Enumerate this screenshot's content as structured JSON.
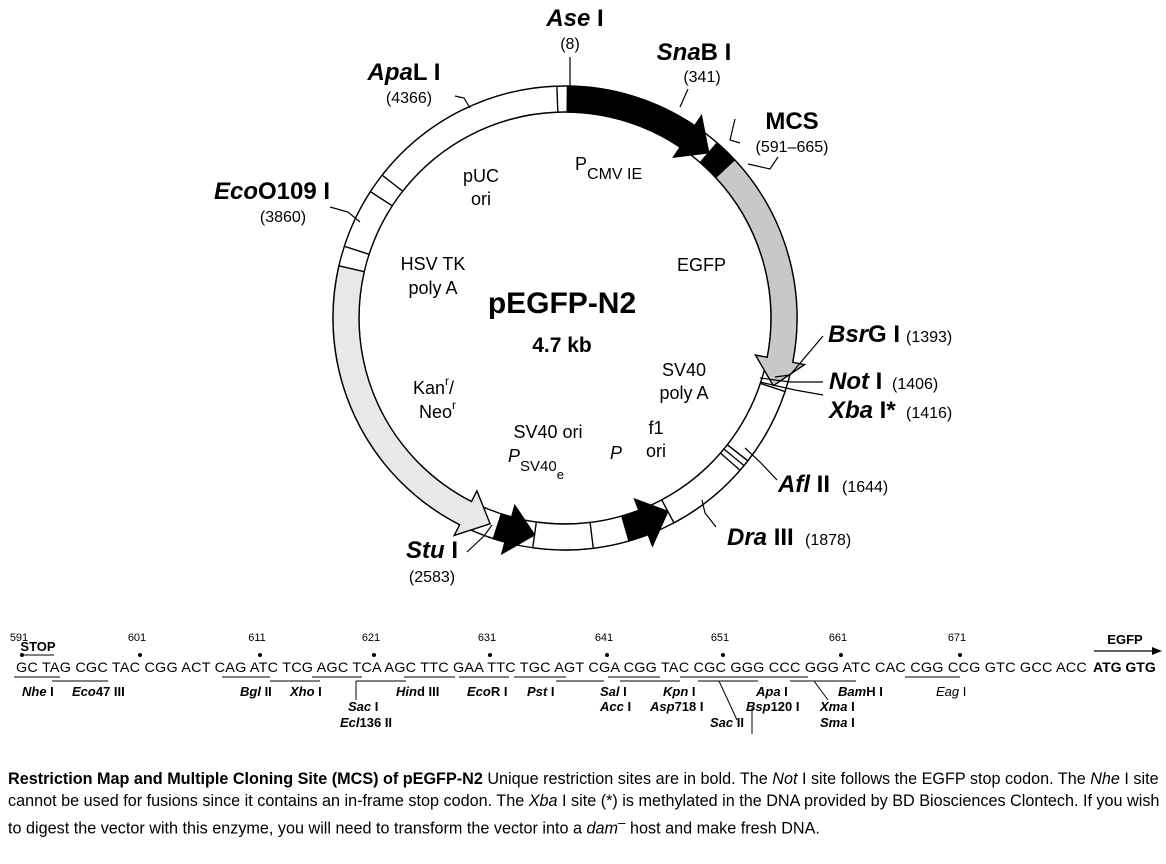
{
  "plasmid": {
    "name": "pEGFP-N2",
    "size": "4.7 kb"
  },
  "features": {
    "pcmv": {
      "p": "P",
      "sub": "CMV IE"
    },
    "egfp": "EGFP",
    "sv40polyA_1": "SV40",
    "sv40polyA_2": "poly A",
    "f1_1": "f1",
    "f1_2": "ori",
    "p_small": "P",
    "sv40ori": "SV40 ori",
    "psv40": {
      "p": "P",
      "sub": "SV40",
      "subsub": "e"
    },
    "kan_1": "Kan",
    "kan_1_sup": "r",
    "kan_1_tail": "/",
    "kan_2": "Neo",
    "kan_2_sup": "r",
    "hsv_1": "HSV TK",
    "hsv_2": "poly A",
    "puc_1": "pUC",
    "puc_2": "ori"
  },
  "sites": {
    "ase": {
      "name_i": "Ase",
      "name_r": " I",
      "pos": "(8)"
    },
    "snab": {
      "name_i": "Sna",
      "name_r": "B I",
      "pos": "(341)"
    },
    "mcs": {
      "name": "MCS",
      "pos": "(591–665)"
    },
    "bsrg": {
      "name_i": "Bsr",
      "name_r": "G I",
      "pos": "(1393)"
    },
    "not": {
      "name_i": "Not",
      "name_r": " I",
      "pos": "(1406)"
    },
    "xba": {
      "name_i": "Xba",
      "name_r": " I*",
      "pos": "(1416)"
    },
    "afl": {
      "name_i": "Afl",
      "name_r": " II",
      "pos": "(1644)"
    },
    "dra": {
      "name_i": "Dra",
      "name_r": " III",
      "pos": "(1878)"
    },
    "stu": {
      "name_i": "Stu",
      "name_r": " I",
      "pos": "(2583)"
    },
    "eco": {
      "name_i": "Eco",
      "name_r": "O109 I",
      "pos": "(3860)"
    },
    "apal": {
      "name_i": "Apa",
      "name_r": "L I",
      "pos": "(4366)"
    }
  },
  "mcs_sequence": {
    "numbers": [
      "591",
      "601",
      "611",
      "621",
      "631",
      "641",
      "651",
      "661",
      "671"
    ],
    "stop": "STOP",
    "egfp_label": "EGFP",
    "seq_main": "GC TAG CGC TAC CGG ACT CAG ATC TCG AGC TCA AGC TTC GAA TTC TGC AGT CGA CGG TAC CGC GGG CCC GGG ATC CAC CGG CCG GTC GCC ACC",
    "seq_bold": "ATG GTG",
    "enzymes": [
      {
        "i": "Nhe",
        "r": " I"
      },
      {
        "i": "Eco",
        "r": "47 III"
      },
      {
        "i": "Bgl",
        "r": " II"
      },
      {
        "i": "Xho",
        "r": " I"
      },
      {
        "i": "Sac",
        "r": " I"
      },
      {
        "i": "Ecl",
        "r": "136 II"
      },
      {
        "i": "Hin",
        "r": "d III"
      },
      {
        "i": "Eco",
        "r": "R I"
      },
      {
        "i": "Pst",
        "r": " I"
      },
      {
        "i": "Sal",
        "r": " I"
      },
      {
        "i": "Acc",
        "r": " I"
      },
      {
        "i": "Kpn",
        "r": " I"
      },
      {
        "i": "Asp",
        "r": "718 I"
      },
      {
        "i": "Sac",
        "r": " II"
      },
      {
        "i": "Apa",
        "r": " I"
      },
      {
        "i": "Bsp",
        "r": "120 I"
      },
      {
        "i": "Xma",
        "r": " I"
      },
      {
        "i": "Sma",
        "r": " I"
      },
      {
        "i": "Bam",
        "r": "H I"
      },
      {
        "i": "Eag",
        "r": " I"
      }
    ]
  },
  "caption": {
    "bold": "Restriction Map and Multiple Cloning Site (MCS) of pEGFP-N2",
    "t1": " Unique restriction sites are in bold. The ",
    "i1": "Not",
    "t2": " I site follows the EGFP stop codon. The ",
    "i2": "Nhe",
    "t3": " I site cannot be used for fusions since it contains an in-frame stop codon. The ",
    "i3": "Xba",
    "t4": " I site (*) is methylated in the DNA provided by BD Biosciences Clontech. If you wish to digest the vector with this enzyme, you will need to transform the vector into a ",
    "i4": "dam",
    "sup": "–",
    "t5": " host and make fresh DNA."
  }
}
